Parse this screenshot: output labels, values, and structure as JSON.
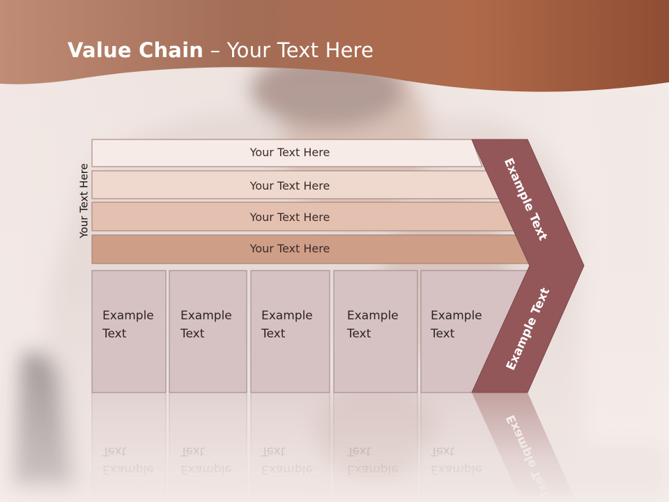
{
  "slide": {
    "title_bold": "Value Chain",
    "title_rest": " – Your Text Here",
    "colors": {
      "header": "#a9694c",
      "row_1": "#f6ebe7",
      "row_2": "#efd8ce",
      "row_3": "#e4c0b0",
      "row_4": "#cf9e87",
      "activity_box": "#d6c2c3",
      "chevron": "#93575a"
    }
  },
  "diagram": {
    "side_label": "Your Text Here",
    "rows": [
      {
        "label": "Your Text Here"
      },
      {
        "label": "Your Text Here"
      },
      {
        "label": "Your Text Here"
      },
      {
        "label": "Your Text Here"
      }
    ],
    "activities": [
      {
        "line1": "Example",
        "line2": "Text"
      },
      {
        "line1": "Example",
        "line2": "Text"
      },
      {
        "line1": "Example",
        "line2": "Text"
      },
      {
        "line1": "Example",
        "line2": "Text"
      },
      {
        "line1": "Example",
        "line2": "Text"
      }
    ],
    "chevron_upper": "Example Text",
    "chevron_lower": "Example Text"
  }
}
